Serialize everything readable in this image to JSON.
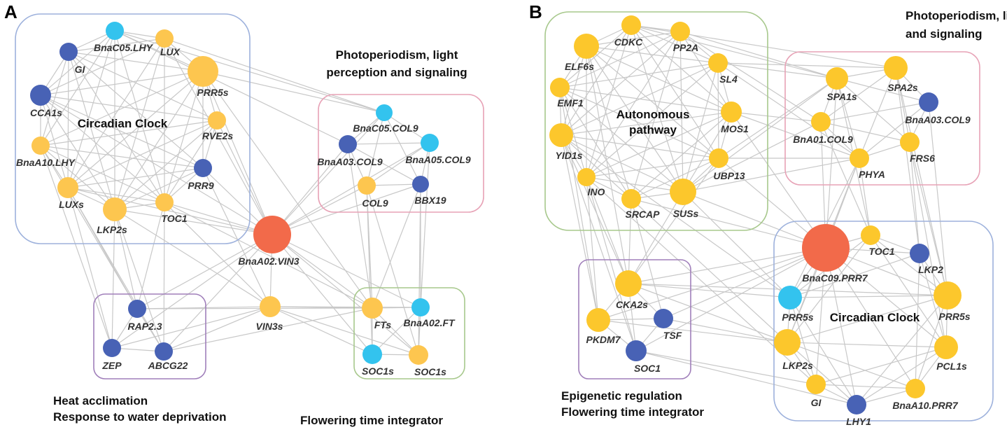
{
  "colors": {
    "yellow": "#fdc64f",
    "yellow_b": "#fcc72c",
    "dark_blue": "#4862b5",
    "light_blue": "#33c3ee",
    "hub": "#f26a4a",
    "edge": "#c8c8c8",
    "box_blue": "#9db1dc",
    "box_pink": "#e7a2b6",
    "box_purple": "#a07fba",
    "box_green": "#a7c88c"
  },
  "panels": [
    {
      "letter": "A",
      "groups": [
        {
          "id": "A-clock",
          "inner": "Circadian Clock",
          "outer": [],
          "color": "box_blue"
        },
        {
          "id": "A-photo",
          "inner": "",
          "outer": [
            "Photoperiodism, light",
            "perception and signaling"
          ],
          "color": "box_pink"
        },
        {
          "id": "A-heat",
          "inner": "",
          "outer": [
            "Heat acclimation",
            "Response to water deprivation"
          ],
          "color": "box_purple"
        },
        {
          "id": "A-flower",
          "inner": "",
          "outer": [
            "Flowering time integrator"
          ],
          "color": "box_green"
        }
      ],
      "nodes": [
        {
          "id": "a1",
          "label": "BnaC05.LHY",
          "color": "light_blue"
        },
        {
          "id": "a2",
          "label": "LUX",
          "color": "yellow"
        },
        {
          "id": "a3",
          "label": "GI",
          "color": "dark_blue"
        },
        {
          "id": "a4",
          "label": "PRR5s",
          "color": "yellow"
        },
        {
          "id": "a5",
          "label": "CCA1s",
          "color": "dark_blue"
        },
        {
          "id": "a6",
          "label": "RVE2s",
          "color": "yellow"
        },
        {
          "id": "a7",
          "label": "BnaA10.LHY",
          "color": "yellow"
        },
        {
          "id": "a8",
          "label": "PRR9",
          "color": "dark_blue"
        },
        {
          "id": "a9",
          "label": "LUXs",
          "color": "yellow"
        },
        {
          "id": "a10",
          "label": "LKP2s",
          "color": "yellow"
        },
        {
          "id": "a11",
          "label": "TOC1",
          "color": "yellow"
        },
        {
          "id": "a12",
          "label": "BnaC05.COL9",
          "color": "light_blue"
        },
        {
          "id": "a13",
          "label": "BnaA03.COL9",
          "color": "dark_blue"
        },
        {
          "id": "a14",
          "label": "BnaA05.COL9",
          "color": "light_blue"
        },
        {
          "id": "a15",
          "label": "COL9",
          "color": "yellow"
        },
        {
          "id": "a16",
          "label": "BBX19",
          "color": "dark_blue"
        },
        {
          "id": "a17",
          "label": "BnaA02.VIN3",
          "color": "hub"
        },
        {
          "id": "a18",
          "label": "RAP2.3",
          "color": "dark_blue"
        },
        {
          "id": "a19",
          "label": "ZEP",
          "color": "dark_blue"
        },
        {
          "id": "a20",
          "label": "ABCG22",
          "color": "dark_blue"
        },
        {
          "id": "a21",
          "label": "VIN3s",
          "color": "yellow"
        },
        {
          "id": "a22",
          "label": "FTs",
          "color": "yellow"
        },
        {
          "id": "a23",
          "label": "BnaA02.FT",
          "color": "light_blue"
        },
        {
          "id": "a24",
          "label": "SOC1s",
          "color": "light_blue"
        },
        {
          "id": "a25",
          "label": "SOC1s",
          "color": "yellow"
        }
      ]
    },
    {
      "letter": "B",
      "groups": [
        {
          "id": "B-auto",
          "inner": "Autonomous pathway",
          "outer": [],
          "color": "box_green"
        },
        {
          "id": "B-photo",
          "inner": "",
          "outer": [
            "Photoperiodism, light perception",
            "and signaling"
          ],
          "color": "box_pink"
        },
        {
          "id": "B-epi",
          "inner": "",
          "outer": [
            "Epigenetic regulation",
            "Flowering time integrator"
          ],
          "color": "box_purple"
        },
        {
          "id": "B-clock",
          "inner": "Circadian Clock",
          "outer": [],
          "color": "box_blue"
        }
      ],
      "nodes": [
        {
          "id": "b1",
          "label": "CDKC",
          "color": "yellow_b"
        },
        {
          "id": "b2",
          "label": "PP2A",
          "color": "yellow_b"
        },
        {
          "id": "b3",
          "label": "ELF6s",
          "color": "yellow_b"
        },
        {
          "id": "b4",
          "label": "SL4",
          "color": "yellow_b"
        },
        {
          "id": "b5",
          "label": "EMF1",
          "color": "yellow_b"
        },
        {
          "id": "b6",
          "label": "MOS1",
          "color": "yellow_b"
        },
        {
          "id": "b7",
          "label": "YID1s",
          "color": "yellow_b"
        },
        {
          "id": "b8",
          "label": "UBP13",
          "color": "yellow_b"
        },
        {
          "id": "b9",
          "label": "INO",
          "color": "yellow_b"
        },
        {
          "id": "b10",
          "label": "SRCAP",
          "color": "yellow_b"
        },
        {
          "id": "b11",
          "label": "SUSs",
          "color": "yellow_b"
        },
        {
          "id": "b12",
          "label": "SPA1s",
          "color": "yellow_b"
        },
        {
          "id": "b13",
          "label": "SPA2s",
          "color": "yellow_b"
        },
        {
          "id": "b14",
          "label": "BnaA03.COL9",
          "color": "dark_blue"
        },
        {
          "id": "b15",
          "label": "BnA01.COL9",
          "color": "yellow_b"
        },
        {
          "id": "b16",
          "label": "FRS6",
          "color": "yellow_b"
        },
        {
          "id": "b17",
          "label": "PHYA",
          "color": "yellow_b"
        },
        {
          "id": "b18",
          "label": "CKA2s",
          "color": "yellow_b"
        },
        {
          "id": "b19",
          "label": "PKDM7",
          "color": "yellow_b"
        },
        {
          "id": "b20",
          "label": "TSF",
          "color": "dark_blue"
        },
        {
          "id": "b21",
          "label": "SOC1",
          "color": "dark_blue"
        },
        {
          "id": "b22",
          "label": "BnaC09.PRR7",
          "color": "hub"
        },
        {
          "id": "b23",
          "label": "TOC1",
          "color": "yellow_b"
        },
        {
          "id": "b24",
          "label": "LKP2",
          "color": "dark_blue"
        },
        {
          "id": "b25",
          "label": "PRR5s",
          "color": "light_blue"
        },
        {
          "id": "b26",
          "label": "PRR5s",
          "color": "yellow_b"
        },
        {
          "id": "b27",
          "label": "LKP2s",
          "color": "yellow_b"
        },
        {
          "id": "b28",
          "label": "PCL1s",
          "color": "yellow_b"
        },
        {
          "id": "b29",
          "label": "GI",
          "color": "yellow_b"
        },
        {
          "id": "b30",
          "label": "BnaA10.PRR7",
          "color": "yellow_b"
        },
        {
          "id": "b31",
          "label": "LHY1",
          "color": "dark_blue"
        }
      ]
    }
  ]
}
